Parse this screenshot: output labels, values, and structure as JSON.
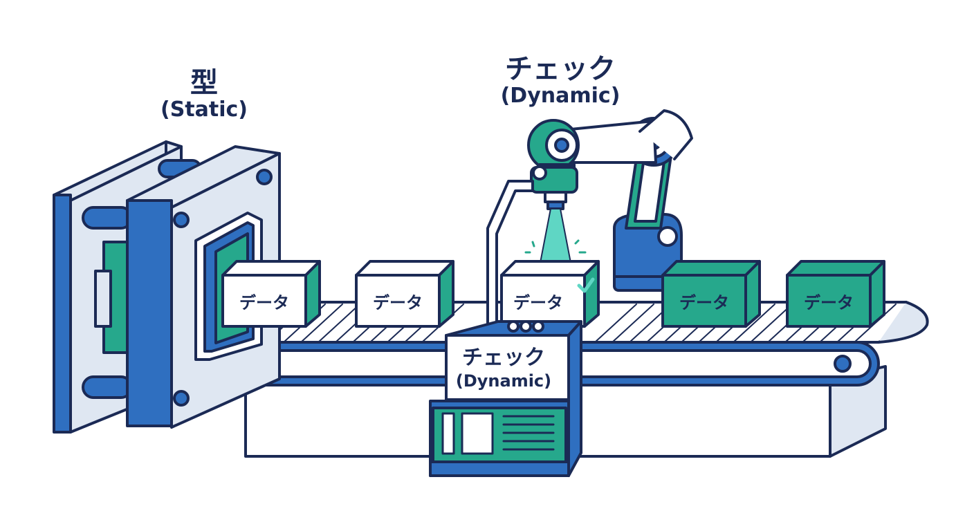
{
  "labels": {
    "mold_title": "型",
    "mold_sub": "(Static)",
    "check_title": "チェック",
    "check_sub": "(Dynamic)",
    "machine_title": "チェック",
    "machine_sub": "(Dynamic)"
  },
  "data_boxes": [
    {
      "label": "データ",
      "state": "white"
    },
    {
      "label": "データ",
      "state": "white"
    },
    {
      "label": "データ",
      "state": "white-checked"
    },
    {
      "label": "データ",
      "state": "green"
    },
    {
      "label": "データ",
      "state": "green"
    }
  ],
  "colors": {
    "outline": "#1b2a55",
    "blue": "#2f6fc0",
    "light_blue": "#dfe7f2",
    "teal": "#26a88c",
    "beam": "#5fd6c4",
    "white": "#ffffff"
  }
}
